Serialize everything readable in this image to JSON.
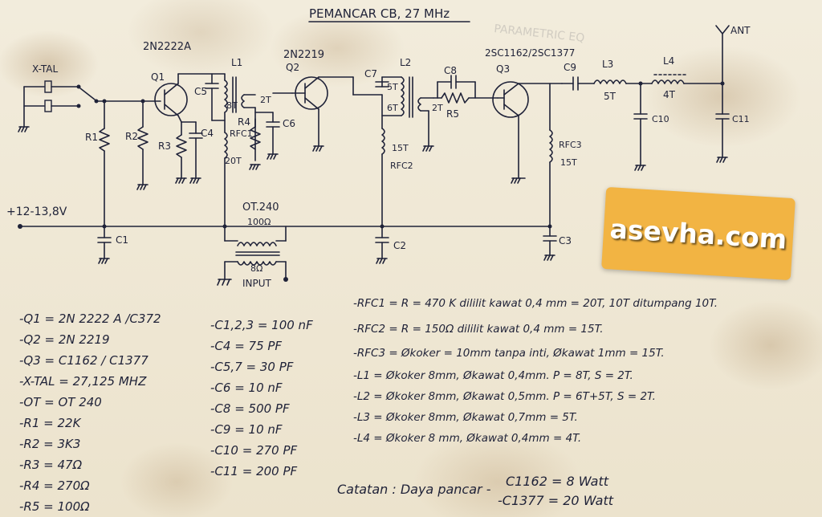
{
  "title": "PEMANCAR CB, 27 MHz",
  "faded_text": "PARAMETRIC EQ",
  "schematic": {
    "labels": {
      "xtal": "X-TAL",
      "q1_type": "2N2222A",
      "q1": "Q1",
      "q2_type": "2N2219",
      "q2": "Q2",
      "q3_type": "2SC1162/2SC1377",
      "q3": "Q3",
      "l1": "L1",
      "l2": "L2",
      "l3": "L3",
      "l4": "L4",
      "c1": "C1",
      "c2": "C2",
      "c3": "C3",
      "c4": "C4",
      "c5": "C5",
      "c6": "C6",
      "c7": "C7",
      "c8": "C8",
      "c9": "C9",
      "c10": "C10",
      "c11": "C11",
      "r1": "R1",
      "r2": "R2",
      "r3": "R3",
      "r4": "R4",
      "r5": "R5",
      "rfc1": "RFC1",
      "rfc2": "RFC2",
      "rfc3": "RFC3",
      "t20": "20T",
      "t15a": "15T",
      "t15b": "15T",
      "l1p": "8T",
      "l1s": "2T",
      "l2p1": "5T",
      "l2p2": "6T",
      "l2s": "2T",
      "l3t": "5T",
      "l4t": "4T",
      "ot": "OT.240",
      "ot_imp_hi": "100Ω",
      "ot_imp_lo": "8Ω",
      "input": "INPUT",
      "ant": "ANT",
      "supply": "+12-13,8V"
    }
  },
  "parts_list": {
    "col1": [
      "-Q1 = 2N 2222 A /C372",
      "-Q2 = 2N 2219",
      "-Q3 = C1162 / C1377",
      "-X-TAL = 27,125 MHZ",
      "-OT = OT 240",
      "-R1 = 22K",
      "-R2 = 3K3",
      "-R3 = 47Ω",
      "-R4 = 270Ω",
      "-R5 = 100Ω"
    ],
    "col2": [
      "-C1,2,3 = 100 nF",
      "-C4 = 75 PF",
      "-C5,7 = 30 PF",
      "-C6 = 10 nF",
      "-C8 = 500 PF",
      "-C9 = 10 nF",
      "-C10 = 270 PF",
      "-C11 = 200 PF"
    ],
    "col3": [
      "-RFC1 = R = 470 K dililit kawat 0,4 mm = 20T, 10T ditumpang 10T.",
      "-RFC2 = R = 150Ω dililit kawat 0,4 mm = 15T.",
      "-RFC3 = Økoker = 10mm tanpa inti, Økawat 1mm = 15T.",
      "-L1 = Økoker 8mm, Økawat 0,4mm. P = 8T, S = 2T.",
      "-L2 = Økoker 8mm, Økawat 0,5mm. P = 6T+5T, S = 2T.",
      "-L3 = Økoker 8mm, Økawat 0,7mm = 5T.",
      "-L4 = Økoker 8 mm, Økawat 0,4mm = 4T."
    ]
  },
  "note": {
    "prefix": "Catatan : Daya pancar -",
    "line1": "C1162 = 8 Watt",
    "line2": "-C1377 = 20 Watt"
  },
  "watermark": "asevha.com"
}
